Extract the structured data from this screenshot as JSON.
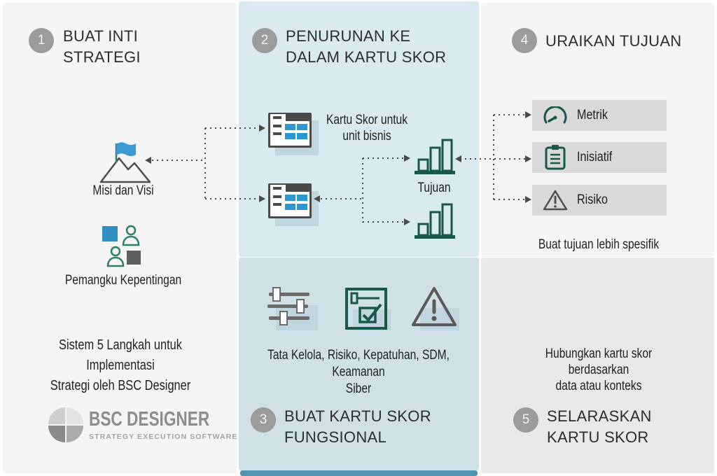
{
  "steps": [
    {
      "number": "1",
      "title": "BUAT INTI\nSTRATEGI"
    },
    {
      "number": "2",
      "title": "PENURUNAN KE\nDALAM KARTU SKOR"
    },
    {
      "number": "3",
      "title": "BUAT KARTU SKOR\nFUNGSIONAL"
    },
    {
      "number": "4",
      "title": "URAIKAN TUJUAN"
    },
    {
      "number": "5",
      "title": "SELARASKAN\nKARTU SKOR"
    }
  ],
  "left": {
    "mission_label": "Misi dan Visi",
    "stakeholders_label": "Pemangku Kepentingan",
    "caption": "Sistem 5 Langkah untuk Implementasi\nStrategi oleh BSC Designer",
    "logo": {
      "name": "BSC DESIGNER",
      "tagline": "STRATEGY EXECUTION SOFTWARE"
    }
  },
  "middle": {
    "scorecard_caption": "Kartu Skor untuk\nunit bisnis",
    "tujuan_label": "Tujuan",
    "functional_caption": "Tata Kelola, Risiko, Kepatuhan, SDM, Keamanan\nSiber"
  },
  "right": {
    "boxes": [
      {
        "label": "Metrik",
        "icon": "gauge-icon"
      },
      {
        "label": "Inisiatif",
        "icon": "clipboard-icon"
      },
      {
        "label": "Risiko",
        "icon": "warning-icon"
      }
    ],
    "caption_top": "Buat tujuan lebih spesifik",
    "caption_bottom": "Hubungkan kartu skor berdasarkan\ndata atau konteks"
  },
  "colors": {
    "accent_blue": "#2b97d3",
    "icon_teal": "#17584a",
    "panel_blue": "#d9eaf0",
    "panel_blue_dark": "#cfe1e7",
    "panel_gray": "#f5f5f5",
    "panel_gray_dark": "#e9e9e9",
    "button_gray": "#d9d9d9",
    "step_circle_gray": "#9c9c9c",
    "bottom_bar_blue": "#4f96b2"
  }
}
